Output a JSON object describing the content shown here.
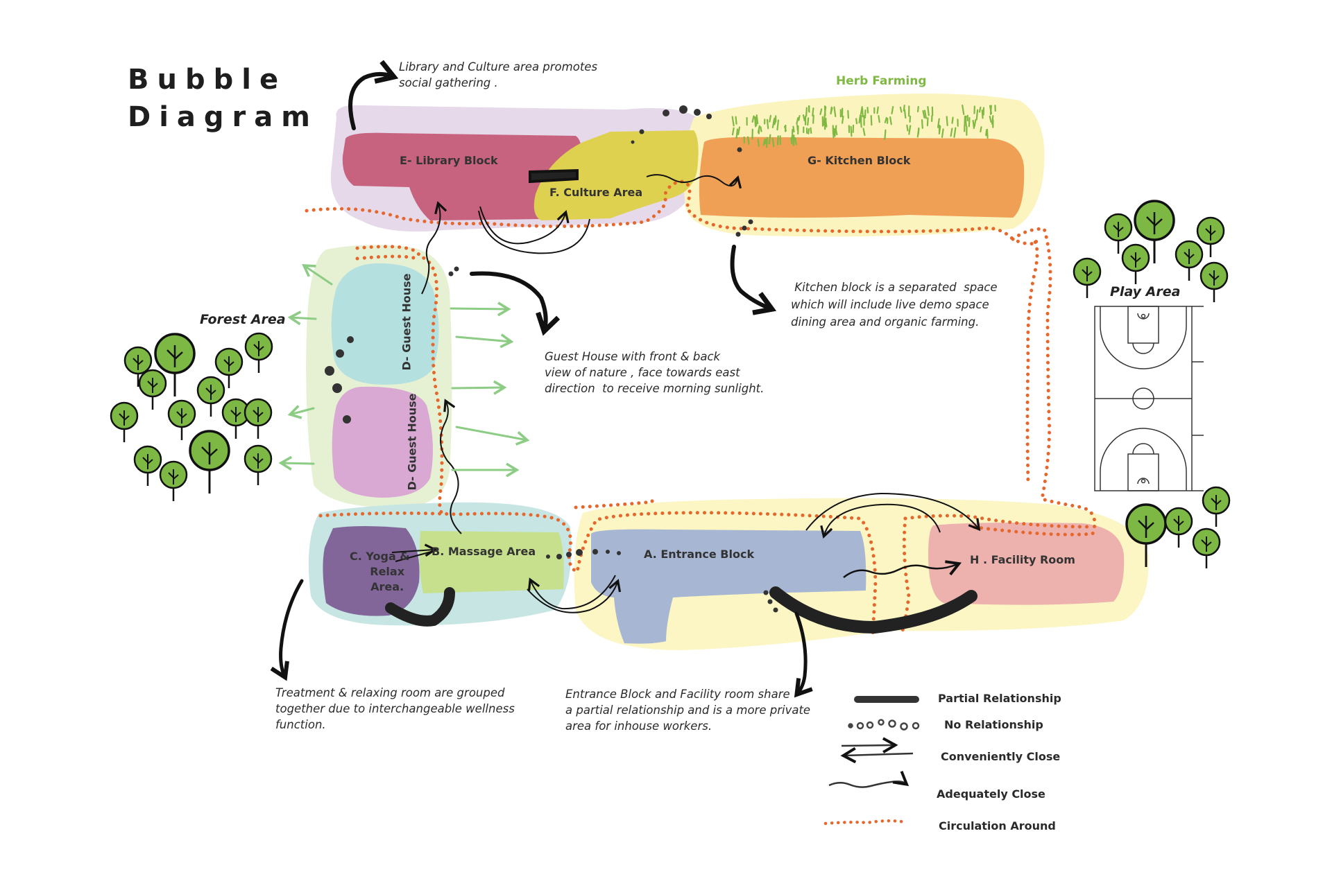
{
  "title": {
    "line1": "Bubble",
    "line2": "Diagram"
  },
  "zones": {
    "library": {
      "label": "E- Library Block",
      "color": "#c8637f"
    },
    "culture": {
      "label": "F. Culture Area",
      "color": "#dfd150"
    },
    "kitchen": {
      "label": "G-  Kitchen Block",
      "color": "#f0a055"
    },
    "guest_house_1": {
      "label": "D- Guest House",
      "color": "#b5e0e0"
    },
    "guest_house_2": {
      "label": "D- Guest House",
      "color": "#d9a9d4"
    },
    "yoga": {
      "label_lines": [
        "C. Yoga &",
        "Relax",
        "Area."
      ],
      "color": "#826699"
    },
    "massage": {
      "label": "B. Massage Area",
      "color": "#c6e08e"
    },
    "entrance": {
      "label": "A. Entrance Block",
      "color": "#a7b6d2"
    },
    "facility": {
      "label": "H . Facility Room",
      "color": "#edb2ae"
    }
  },
  "background_groups": {
    "library_culture_group": "#e5d9ea",
    "kitchen_group": "#fbf4bf",
    "guest_group": "#e6f1d3",
    "wellness_group": "#c7e6e3",
    "entrance_facility_group": "#fbf6c4"
  },
  "areas": {
    "forest": "Forest  Area",
    "play": "Play Area",
    "herb_farming": "Herb Farming"
  },
  "annotations": {
    "library": [
      "Library and Culture area promotes",
      "social gathering ."
    ],
    "kitchen": [
      " Kitchen block is a separated  space",
      "which will include live demo space",
      "dining area and organic farming."
    ],
    "guest_house": [
      "Guest House with front & back",
      "view of nature , face towards east",
      "direction  to receive morning sunlight."
    ],
    "wellness": [
      "Treatment & relaxing room are grouped",
      "together due to interchangeable wellness",
      "function."
    ],
    "entrance": [
      "Entrance Block and Facility room share",
      "a partial relationship and is a more private",
      "area for inhouse workers."
    ]
  },
  "legend": [
    {
      "symbol": "thick-bar",
      "label": "Partial Relationship"
    },
    {
      "symbol": "dots-circles",
      "label": "No Relationship"
    },
    {
      "symbol": "double-arrow",
      "label": "Conveniently Close"
    },
    {
      "symbol": "wavy-arrow",
      "label": "Adequately Close"
    },
    {
      "symbol": "orange-dotted-line",
      "label": "Circulation Around"
    }
  ],
  "colors": {
    "circulation": "#e5672c",
    "tree_fill": "#7cb843",
    "ink": "#111111",
    "green_arrow": "#8ccc84"
  }
}
